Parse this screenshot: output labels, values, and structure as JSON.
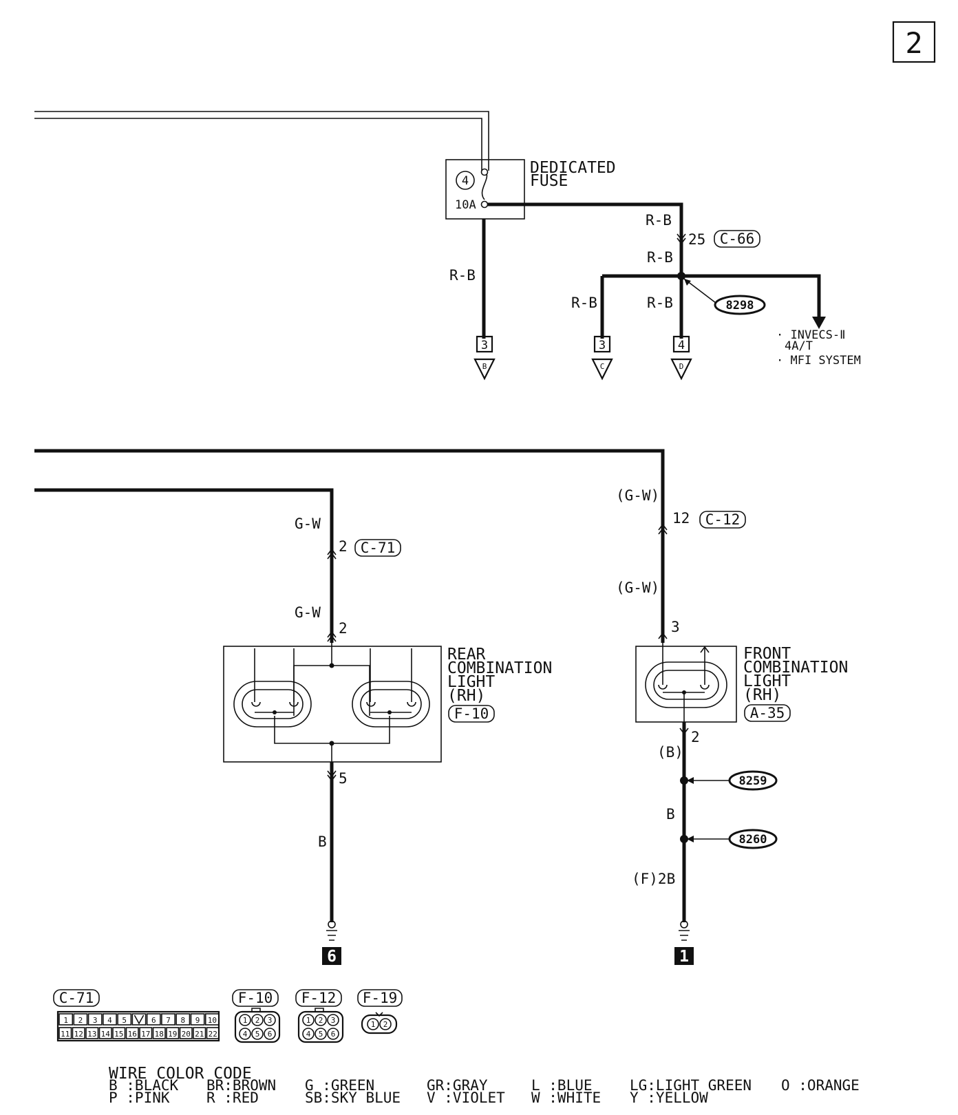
{
  "page_number": "2",
  "fuse": {
    "number": "4",
    "rating": "10A",
    "title_line1": "DEDICATED",
    "title_line2": "FUSE"
  },
  "wires": {
    "rb_fuse_down": "R-B",
    "rb_right_top": "R-B",
    "rb_after_conn": "R-B",
    "rb_branch_c": "R-B",
    "rb_branch_d": "R-B",
    "gw_rear_top": "G-W",
    "gw_rear_bottom": "G-W",
    "gw_front_top": "(G-W)",
    "gw_front_bottom": "(G-W)",
    "b_rear": "B",
    "b_front_paren": "(B)",
    "b_front": "B",
    "b_front_bottom": "(F)2B"
  },
  "connectors": {
    "c66": {
      "pin": "25",
      "code": "C-66"
    },
    "c71": {
      "pin": "2",
      "code": "C-71"
    },
    "c12": {
      "pin": "12",
      "code": "C-12"
    }
  },
  "splices": {
    "s298": "8298",
    "s259": "8259",
    "s260": "8260"
  },
  "branch_targets": [
    {
      "num": "3",
      "letter": "B"
    },
    {
      "num": "3",
      "letter": "C"
    },
    {
      "num": "4",
      "letter": "D"
    }
  ],
  "arrow_target": {
    "line1": "· INVECS-Ⅱ",
    "line2": "4A/T",
    "line3": "· MFI SYSTEM"
  },
  "rear_light": {
    "line1": "REAR",
    "line2": "COMBINATION",
    "line3": "LIGHT",
    "line4": "(RH)",
    "code": "F-10",
    "pin_top": "2",
    "pin_bottom": "5"
  },
  "front_light": {
    "line1": "FRONT",
    "line2": "COMBINATION",
    "line3": "LIGHT",
    "line4": "(RH)",
    "code": "A-35",
    "pin_top": "3",
    "pin_bottom": "2"
  },
  "grounds": {
    "rear": "6",
    "front": "1"
  },
  "connector_views": {
    "c71": {
      "code": "C-71",
      "top_row": [
        "1",
        "2",
        "3",
        "4",
        "5",
        "",
        "6",
        "7",
        "8",
        "9",
        "10"
      ],
      "bottom_row": [
        "11",
        "12",
        "13",
        "14",
        "15",
        "16",
        "17",
        "18",
        "19",
        "20",
        "21",
        "22"
      ]
    },
    "f10": {
      "code": "F-10",
      "pins": [
        "1",
        "2",
        "3",
        "4",
        "5",
        "6"
      ]
    },
    "f12": {
      "code": "F-12",
      "pins": [
        "1",
        "2",
        "3",
        "4",
        "5",
        "6"
      ]
    },
    "f19": {
      "code": "F-19",
      "pins": [
        "1",
        "2"
      ]
    }
  },
  "wire_color_code": {
    "title": "WIRE COLOR CODE",
    "row1": [
      "B :BLACK",
      "BR:BROWN",
      "G :GREEN",
      "GR:GRAY",
      "L :BLUE",
      "LG:LIGHT GREEN",
      "O :ORANGE"
    ],
    "row2": [
      "P :PINK",
      "R :RED",
      "SB:SKY BLUE",
      "V :VIOLET",
      "W :WHITE",
      "Y :YELLOW"
    ]
  }
}
